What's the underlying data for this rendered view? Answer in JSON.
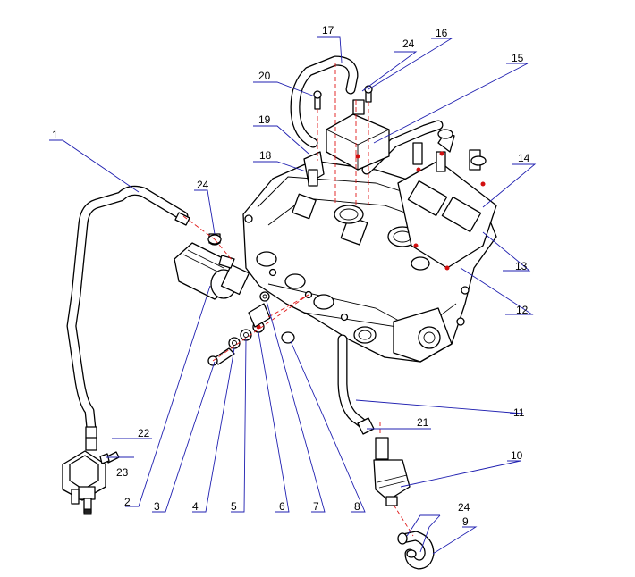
{
  "callouts": {
    "c1": "1",
    "c2": "2",
    "c3": "3",
    "c4": "4",
    "c5": "5",
    "c6": "6",
    "c7": "7",
    "c8": "8",
    "c9": "9",
    "c10": "10",
    "c11": "11",
    "c12": "12",
    "c13": "13",
    "c14": "14",
    "c15": "15",
    "c16": "16",
    "c17": "17",
    "c18": "18",
    "c19": "19",
    "c20": "20",
    "c21": "21",
    "c22": "22",
    "c23": "23",
    "c24a": "24",
    "c24b": "24",
    "c24c": "24"
  },
  "colors": {
    "leader_line": "#1f1fb0",
    "assembly_path": "#e01818",
    "drawing_line": "#000000"
  }
}
